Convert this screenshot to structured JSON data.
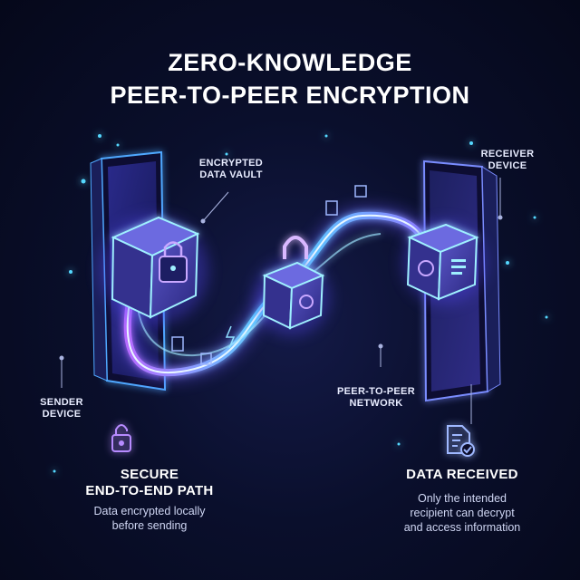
{
  "title": {
    "line1": "ZERO-KNOWLEDGE",
    "line2": "PEER-TO-PEER ENCRYPTION"
  },
  "labels": {
    "vault_line1": "ENCRYPTED",
    "vault_line2": "DATA VAULT",
    "receiver_line1": "RECEIVER",
    "receiver_line2": "DEVICE",
    "sender_line1": "SENDER",
    "sender_line2": "DEVICE",
    "network_line1": "PEER-TO-PEER",
    "network_line2": "NETWORK"
  },
  "left_panel": {
    "heading_line1": "SECURE",
    "heading_line2": "END-TO-END PATH",
    "desc_line1": "Data encrypted locally",
    "desc_line2": "before sending",
    "icon": "padlock-icon"
  },
  "right_panel": {
    "heading": "DATA RECEIVED",
    "desc_line1": "Only the intended",
    "desc_line2": "recipient can decrypt",
    "desc_line3": "and access information",
    "icon": "verified-document-icon"
  },
  "colors": {
    "background": "#0a0f2c",
    "cyan": "#35d2ff",
    "violet": "#9b6bff",
    "magenta": "#c86bff"
  }
}
